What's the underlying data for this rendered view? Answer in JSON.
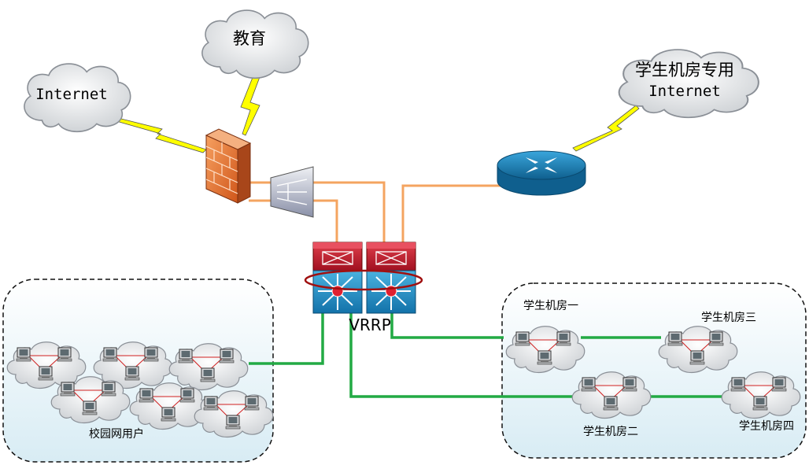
{
  "labels": {
    "internet_left": "Internet",
    "education": "教育",
    "student_lab_internet_line1": "学生机房专用",
    "student_lab_internet_line2": "Internet",
    "vrrp": "VRRP",
    "campus_users": "校园网用户",
    "lab1": "学生机房一",
    "lab2": "学生机房二",
    "lab3": "学生机房三",
    "lab4": "学生机房四"
  },
  "colors": {
    "uplink": "#f4a460",
    "downlink": "#22aa44",
    "lightning": "#ffff00",
    "firewall": "#e8742a",
    "switch_red": "#c0182a",
    "switch_blue": "#1a8fc8",
    "router": "#1b80b8",
    "vrrp_ring": "#a01010"
  }
}
